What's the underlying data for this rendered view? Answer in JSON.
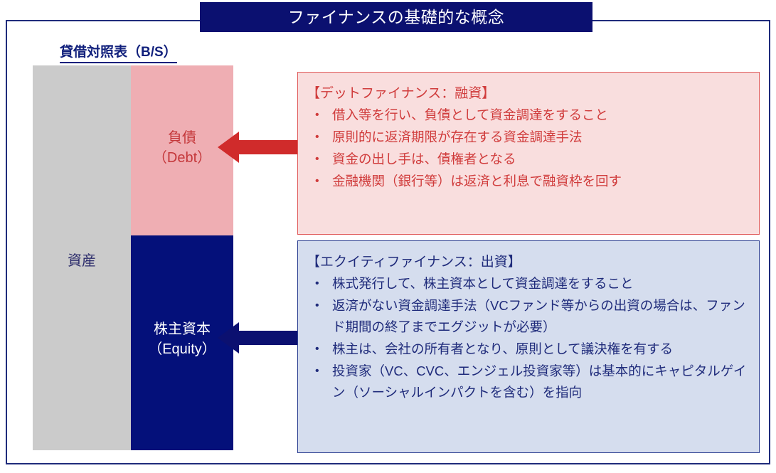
{
  "slide": {
    "title": "ファイナンスの基礎的な概念",
    "title_bg": "#0B1070",
    "frame_color": "#1F2B7B"
  },
  "balance_sheet": {
    "caption": "貸借対照表（B/S）",
    "assets": {
      "label": "資産",
      "color": "#CBCBCB",
      "text_color": "#2A2A6A"
    },
    "debt": {
      "label_line1": "負債",
      "label_line2": "（Debt）",
      "color": "#EFAEB3",
      "text_color": "#C4373A"
    },
    "equity": {
      "label_line1": "株主資本",
      "label_line2": "（Equity）",
      "color": "#04107A",
      "text_color": "#FFFFFF"
    }
  },
  "arrows": {
    "debt_arrow_color": "#D02B2B",
    "equity_arrow_color": "#0B1070"
  },
  "debt_box": {
    "heading": "【デットファイナンス：融資】",
    "bg": "#F9DEDE",
    "border": "#E05A5A",
    "text_color": "#D03B3B",
    "bullets": [
      "借入等を行い、負債として資金調達をすること",
      "原則的に返済期限が存在する資金調達手法",
      "資金の出し手は、債権者となる",
      "金融機関（銀行等）は返済と利息で融資枠を回す"
    ]
  },
  "equity_box": {
    "heading": "【エクイティファイナンス：出資】",
    "bg": "#D5DDEE",
    "border": "#2B3D91",
    "text_color": "#1F2B7B",
    "bullets": [
      "株式発行して、株主資本として資金調達をすること",
      "返済がない資金調達手法（VCファンド等からの出資の場合は、ファンド期間の終了までエグジットが必要）",
      "株主は、会社の所有者となり、原則として議決権を有する",
      "投資家（VC、CVC、エンジェル投資家等）は基本的にキャピタルゲイン（ソーシャルインパクトを含む）を指向"
    ]
  }
}
